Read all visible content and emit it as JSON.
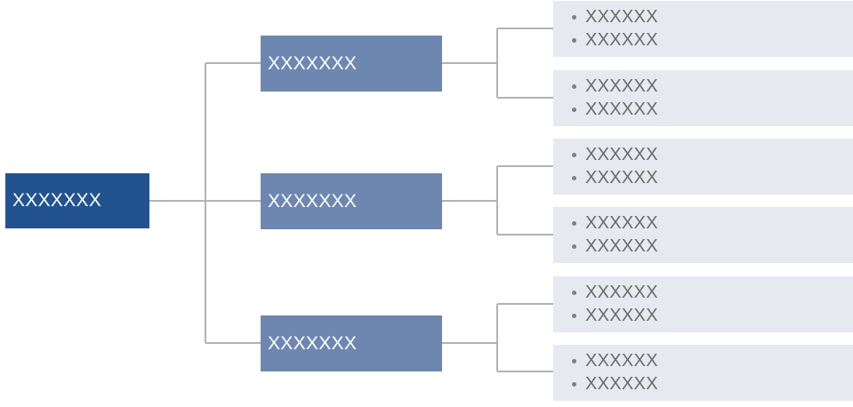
{
  "root": {
    "label": "XXXXXXX"
  },
  "branches": [
    {
      "label": "XXXXXXX",
      "leaves": [
        {
          "items": [
            "XXXXXX",
            "XXXXXX"
          ]
        },
        {
          "items": [
            "XXXXXX",
            "XXXXXX"
          ]
        }
      ]
    },
    {
      "label": "XXXXXXX",
      "leaves": [
        {
          "items": [
            "XXXXXX",
            "XXXXXX"
          ]
        },
        {
          "items": [
            "XXXXXX",
            "XXXXXX"
          ]
        }
      ]
    },
    {
      "label": "XXXXXXX",
      "leaves": [
        {
          "items": [
            "XXXXXX",
            "XXXXXX"
          ]
        },
        {
          "items": [
            "XXXXXX",
            "XXXXXX"
          ]
        }
      ]
    }
  ],
  "colors": {
    "root_fill": "#22538f",
    "branch_fill": "#6e87b0",
    "leaf_fill": "#e6e9f0",
    "connector": "#b3b3b3",
    "leaf_text": "#6b6b6b"
  }
}
